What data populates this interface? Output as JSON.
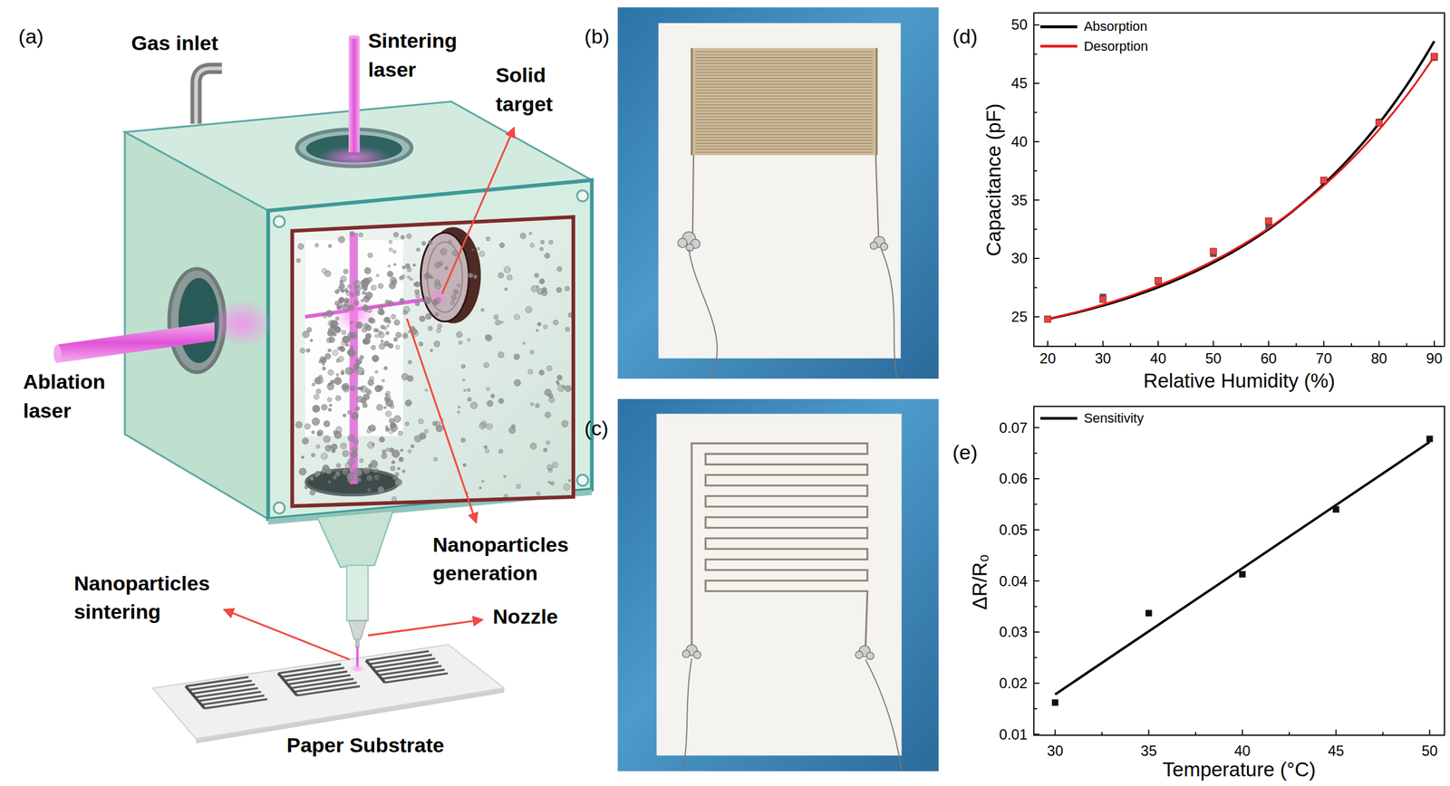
{
  "diagram": {
    "labels": [
      "(a)",
      "Gas inlet",
      "Sintering laser",
      "Solid target",
      "Ablation laser",
      "Nanoparticles generation",
      "Nanoparticles sintering",
      "Nozzle",
      "Paper Substrate",
      "(b)",
      "(c)",
      "(d)",
      "(e)",
      "25",
      "30",
      "35",
      "40",
      "45",
      "50",
      "20",
      "30",
      "40",
      "50",
      "60",
      "70",
      "80",
      "90",
      "Capacitance (pF)",
      "Relative Humidity (%)",
      "0.01",
      "0.02",
      "0.03",
      "0.04",
      "0.05",
      "0.06",
      "0.07",
      "30",
      "35",
      "40",
      "45",
      "50",
      "ΔR/R₀",
      "Temperature (°C)"
    ],
    "legend": [
      {
        "text": "Absorption"
      },
      {
        "text": "Desorption"
      },
      {
        "text": "Sensitivity"
      }
    ]
  }
}
